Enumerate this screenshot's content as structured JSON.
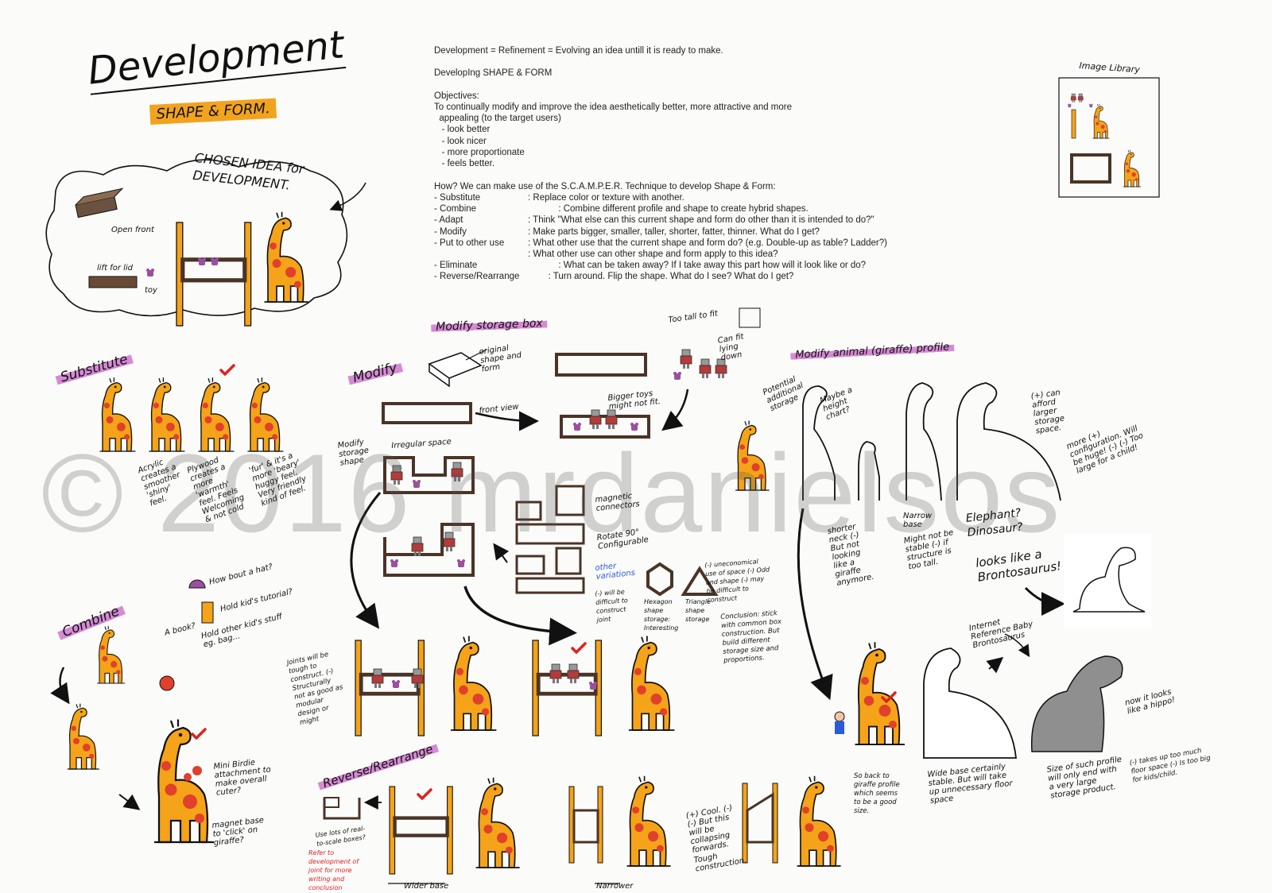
{
  "title": {
    "main": "Development",
    "sub": "SHAPE & FORM."
  },
  "chosen_idea": {
    "heading": "CHOSEN IDEA for DEVELOPMENT.",
    "note_front": "Open front",
    "note_lift": "lift for lid",
    "note_toy": "toy"
  },
  "typed": {
    "line1": "Development = Refinement = Evolving an idea untill it is ready to make.",
    "line2": "DevelopIng SHAPE & FORM",
    "objectives_head": "Objectives:",
    "objectives": [
      "To continually modify and improve the idea aesthetically better, more attractive and more",
      "  appealing (to the target users)",
      "   - look better",
      "   - look nicer",
      "   - more proportionate",
      "   - feels better."
    ],
    "how": "How? We can make use of the S.C.A.M.P.E.R. Technique to develop Shape & Form:",
    "scamper": [
      {
        "name": "- Substitute",
        "desc": ": Replace color or texture with another."
      },
      {
        "name": "- Combine",
        "desc": "            : Combine different profile and shape to create hybrid shapes."
      },
      {
        "name": "- Adapt",
        "desc": ": Think \"What else can this current shape and form do other than it is intended to do?\""
      },
      {
        "name": "- Modify",
        "desc": ": Make parts bigger, smaller, taller, shorter, fatter, thinner. What do I get?"
      },
      {
        "name": "- Put to other use",
        "desc": ": What other use that the current shape and form do? (e.g. Double-up as table? Ladder?)"
      },
      {
        "name": "",
        "desc": ": What other use can other shape and form apply to this idea?"
      },
      {
        "name": "- Eliminate",
        "desc": "            : What can be taken away? If I take away this part how will it look like or do?"
      },
      {
        "name": "- Reverse/Rearrange",
        "desc": "        : Turn around. Flip the shape. What do I see? What do I get?"
      }
    ]
  },
  "image_library": {
    "label": "Image Library"
  },
  "sections": {
    "substitute": "Substitute",
    "combine": "Combine",
    "modify": "Modify",
    "modify_box": "Modify storage box",
    "modify_animal": "Modify animal (giraffe) profile",
    "reverse": "Reverse/Rearrange"
  },
  "notes": {
    "sub1": "Acrylic creates a smoother 'shiny' feel.",
    "sub2": "Plywood creates a more 'warmth' feel. Feels Welcoming & not cold",
    "sub3": "'fur' & it's a more 'beary' huggy feel. Very friendly kind of feel.",
    "hat": "How bout a hat?",
    "book": "A book?",
    "hold": "Hold kid's tutorial?",
    "hold_other": "Hold other kid's stuff eg. bag...",
    "mini_birdie": "Mini Birdie attachment to make overall cuter?",
    "magnet": "magnet base to 'click' on giraffe?",
    "original_shape": "original shape and form",
    "front_view": "front view",
    "too_tall": "Too tall to fit",
    "fit": "Can fit lying down",
    "bigger_toys": "Bigger toys might not fit.",
    "modify_storage_shape": "Modify storage shape",
    "irregular_space": "Irregular space",
    "magnetic": "magnetic connectors",
    "rotate": "Rotate 90° Configurable",
    "other_variations": "other variations",
    "uneconomical": "(-) uneconomical use of space (-) Odd and shape (-) may be difficult to construct",
    "difficult_const": "(-) will be difficult to construct joint",
    "hexagon_shape": "Hexagon shape storage: Interesting",
    "triangle_shape": "Triangle shape storage",
    "conclusion": "Conclusion: stick with common box construction. But build different storage size and proportions.",
    "joints": "Joints will be tough to construct. (-) Structurally not as good as modular design or might",
    "potential_storage": "Potential additional storage",
    "height_chart": "Maybe a height chart?",
    "can_afford": "(+) can afford larger storage space.",
    "more_config": "more (+) configuration. Will be huge! (-) (-) Too large for a child!",
    "narrow_base": "Narrow base",
    "shorter_neck": "shorter neck (-) But not looking like a giraffe anymore.",
    "might_not": "Might not be stable (-) if structure is too tall.",
    "elephant": "Elephant? Dinosaur?",
    "brontosaurus": "looks like a Brontosaurus!",
    "internal_ref": "Internet Reference Baby Brontosaurus",
    "so_back": "So back to giraffe profile which seems to be a good size.",
    "wide_base": "Wide base certainly stable. But will take up unnecessary floor space",
    "hippo": "now it looks like a hippo!",
    "size_of_profile": "Size of such profile will only end with a very large storage product.",
    "takes_up": "(-) takes up too much floor space (-) Is too big for kids/child.",
    "toy_box": "Use lots of real-to-scale boxes?",
    "reverse_note": "Refer to development of joint for more writing and conclusion",
    "wider_base": "Wider base",
    "narrower": "Narrower",
    "cool": "(+) Cool. (-)(-) But this will be collapsing  forwards.",
    "tough": "Tough construction."
  },
  "watermark": "© 2016 mrdanielsos",
  "colors": {
    "giraffe": "#f5a318",
    "spot": "#e0402c",
    "wood": "#4a3426",
    "highlight_pink": "#d58ad3",
    "highlight_orange": "#f2a31e",
    "check": "#dd2222",
    "hippo": "#8f8f8f",
    "toy_purple": "#9b4f9f"
  }
}
